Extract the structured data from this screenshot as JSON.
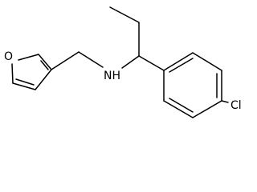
{
  "molecule": {
    "atoms": {
      "oxygen": "O",
      "amine": "NH",
      "chlorine": "Cl"
    },
    "colors": {
      "bond": "#000000",
      "label": "#000000",
      "background": "#ffffff"
    }
  }
}
